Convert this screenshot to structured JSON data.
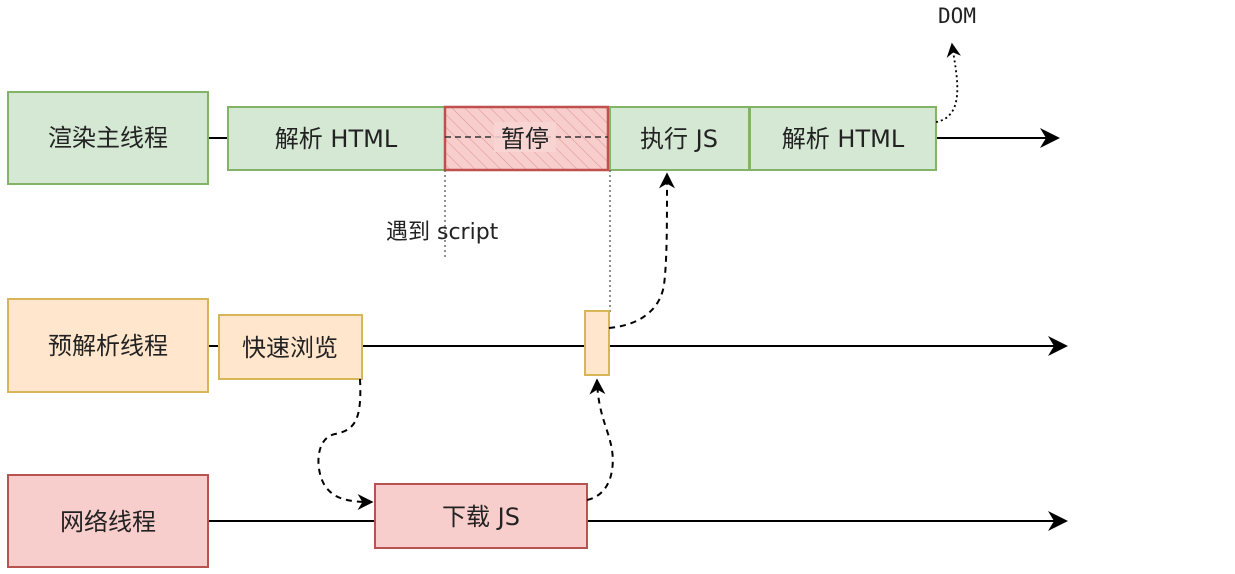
{
  "colors": {
    "green_fill": "#d5e8d4",
    "green_stroke": "#82b366",
    "orange_fill": "#ffe6cc",
    "orange_stroke": "#d6b656",
    "red_fill": "#f8cecc",
    "red_stroke": "#b85450",
    "line": "#000000"
  },
  "threads": {
    "main": "渲染主线程",
    "preparse": "预解析线程",
    "network": "网络线程"
  },
  "main_tasks": {
    "parse1": "解析 HTML",
    "pause": "暂停",
    "exec": "执行 JS",
    "parse2": "解析 HTML"
  },
  "preparse_tasks": {
    "scan": "快速浏览"
  },
  "network_tasks": {
    "download": "下载 JS"
  },
  "annotations": {
    "script": "遇到 script",
    "dom": "DOM"
  }
}
